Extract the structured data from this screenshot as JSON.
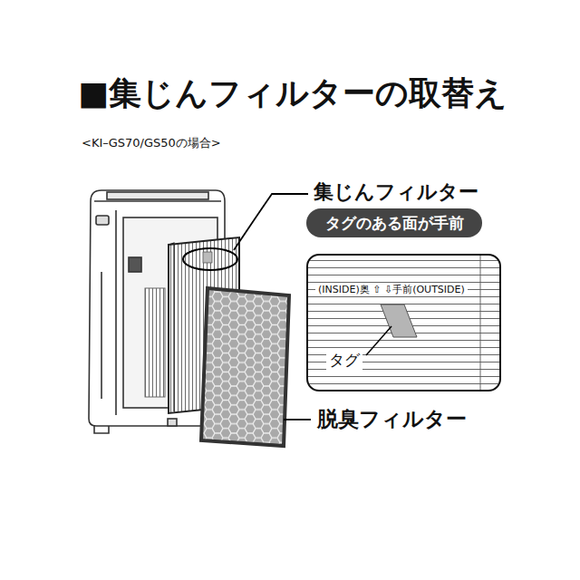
{
  "diagram": {
    "title": "■集じんフィルターの取替え",
    "nodes": [
      {
        "text": [
          "タグのある面が手前"
        ]
      },
      {
        "text": [
          "(INSIDE)奥 ⇧ ⇩手前(OUTSIDE)",
          "タグ"
        ]
      }
    ],
    "labels": [
      "<KI–GS70/GS50の場合>",
      "集じんフィルター",
      "脱臭フィルター"
    ]
  }
}
